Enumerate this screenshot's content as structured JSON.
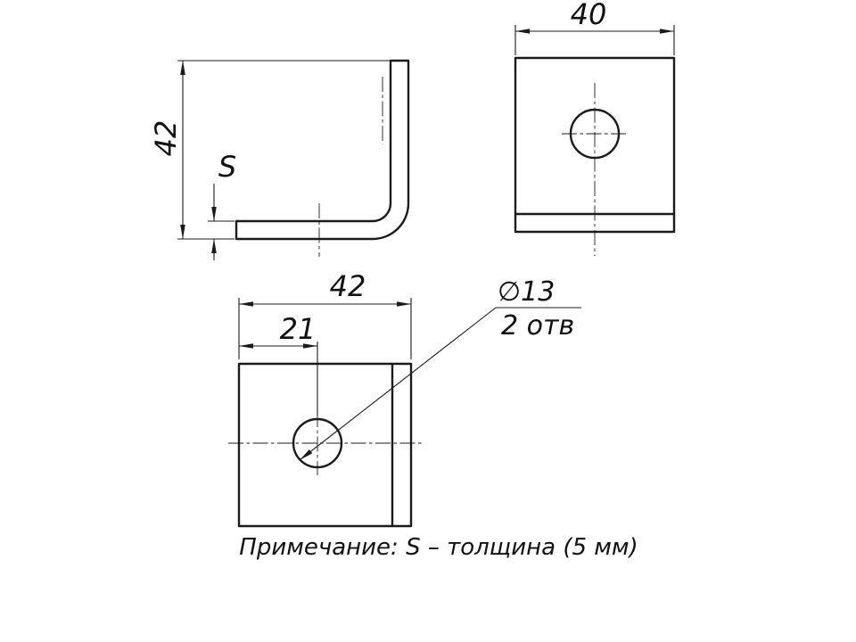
{
  "drawing": {
    "side_view": {
      "height": "42",
      "thickness_label": "S"
    },
    "front_view": {
      "width": "40"
    },
    "top_view": {
      "width": "42",
      "hole_offset": "21",
      "hole_callout_diameter": "∅13",
      "hole_callout_count": "2 отв"
    },
    "note": "Примечание: S – толщина (5 мм)",
    "colors": {
      "line": "#1b1b1b",
      "background": "#ffffff"
    }
  }
}
